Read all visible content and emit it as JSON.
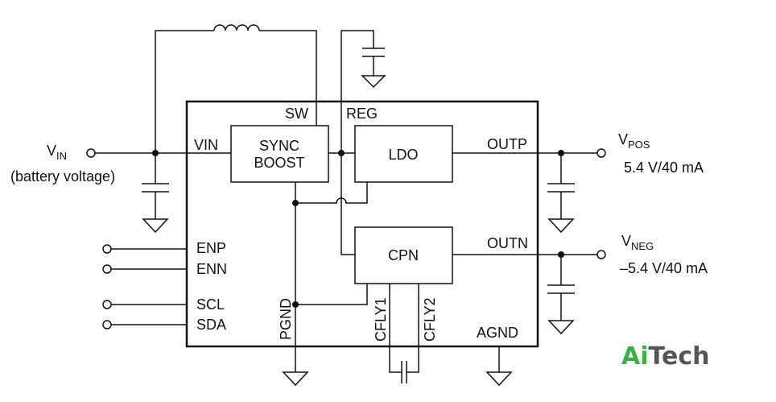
{
  "chip": {
    "pins": {
      "sw": "SW",
      "reg": "REG",
      "vin": "VIN",
      "outp": "OUTP",
      "outn": "OUTN",
      "enp": "ENP",
      "enn": "ENN",
      "scl": "SCL",
      "sda": "SDA",
      "pgnd": "PGND",
      "cfly1": "CFLY1",
      "cfly2": "CFLY2",
      "agnd": "AGND"
    },
    "blocks": {
      "boost_line1": "SYNC",
      "boost_line2": "BOOST",
      "ldo": "LDO",
      "cpn": "CPN"
    }
  },
  "external": {
    "vin_main": "V",
    "vin_sub": "IN",
    "vin_note": "(battery voltage)",
    "vpos_main": "V",
    "vpos_sub": "POS",
    "vpos_value": "5.4 V/40 mA",
    "vneg_main": "V",
    "vneg_sub": "NEG",
    "vneg_value": "–5.4 V/40 mA"
  },
  "logo": {
    "part1": "Ai",
    "part2": "Tech",
    "color1": "#3cb043",
    "color2": "#555555"
  }
}
